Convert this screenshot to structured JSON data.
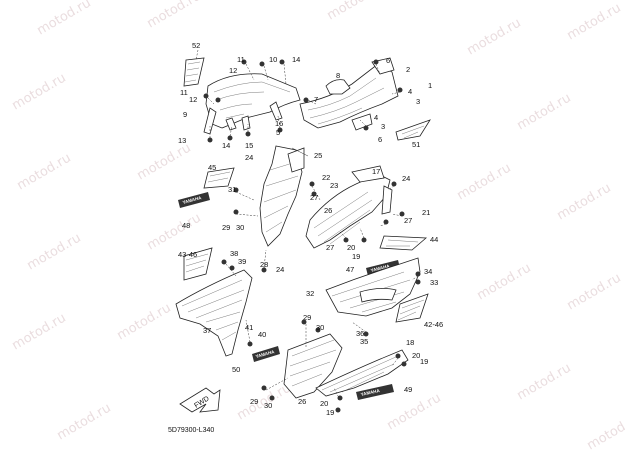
{
  "diagram": {
    "code": "5D79300-L340",
    "watermark": "motod.ru",
    "fwd_label": "FWD",
    "brand_label": "YAMAHA",
    "callouts": [
      {
        "id": "c52",
        "text": "52"
      },
      {
        "id": "c11a",
        "text": "11"
      },
      {
        "id": "c12a",
        "text": "12"
      },
      {
        "id": "c10",
        "text": "10"
      },
      {
        "id": "c14a",
        "text": "14"
      },
      {
        "id": "c11b",
        "text": "11"
      },
      {
        "id": "c12b",
        "text": "12"
      },
      {
        "id": "c9",
        "text": "9"
      },
      {
        "id": "c13",
        "text": "13"
      },
      {
        "id": "c14b",
        "text": "14"
      },
      {
        "id": "c15",
        "text": "15"
      },
      {
        "id": "c16",
        "text": "16"
      },
      {
        "id": "c5",
        "text": "5"
      },
      {
        "id": "c24a",
        "text": "24"
      },
      {
        "id": "c6a",
        "text": "6"
      },
      {
        "id": "c2",
        "text": "2"
      },
      {
        "id": "c1",
        "text": "1"
      },
      {
        "id": "c8",
        "text": "8"
      },
      {
        "id": "c7",
        "text": "7"
      },
      {
        "id": "c4a",
        "text": "4"
      },
      {
        "id": "c3a",
        "text": "3"
      },
      {
        "id": "c4b",
        "text": "4"
      },
      {
        "id": "c3b",
        "text": "3"
      },
      {
        "id": "c6b",
        "text": "6"
      },
      {
        "id": "c51",
        "text": "51"
      },
      {
        "id": "c25",
        "text": "25"
      },
      {
        "id": "c45",
        "text": "45"
      },
      {
        "id": "c31",
        "text": "31"
      },
      {
        "id": "c48",
        "text": "48"
      },
      {
        "id": "c29a",
        "text": "29"
      },
      {
        "id": "c30a",
        "text": "30"
      },
      {
        "id": "c22",
        "text": "22"
      },
      {
        "id": "c23",
        "text": "23"
      },
      {
        "id": "c27a",
        "text": "27"
      },
      {
        "id": "c17",
        "text": "17"
      },
      {
        "id": "c24b",
        "text": "24"
      },
      {
        "id": "c26",
        "text": "26"
      },
      {
        "id": "c21",
        "text": "21"
      },
      {
        "id": "c27b",
        "text": "27"
      },
      {
        "id": "c44",
        "text": "44"
      },
      {
        "id": "c20a",
        "text": "20"
      },
      {
        "id": "c19a",
        "text": "19"
      },
      {
        "id": "c27c",
        "text": "27"
      },
      {
        "id": "c4346",
        "text": "43-46"
      },
      {
        "id": "c38",
        "text": "38"
      },
      {
        "id": "c39",
        "text": "39"
      },
      {
        "id": "c28",
        "text": "28"
      },
      {
        "id": "c24c",
        "text": "24"
      },
      {
        "id": "c47",
        "text": "47"
      },
      {
        "id": "c34",
        "text": "34"
      },
      {
        "id": "c33",
        "text": "33"
      },
      {
        "id": "c32",
        "text": "32"
      },
      {
        "id": "c37",
        "text": "37"
      },
      {
        "id": "c29b",
        "text": "29"
      },
      {
        "id": "c30b",
        "text": "30"
      },
      {
        "id": "c41",
        "text": "41"
      },
      {
        "id": "c40",
        "text": "40"
      },
      {
        "id": "c4246",
        "text": "42-46"
      },
      {
        "id": "c36",
        "text": "36"
      },
      {
        "id": "c35",
        "text": "35"
      },
      {
        "id": "c18",
        "text": "18"
      },
      {
        "id": "c20b",
        "text": "20"
      },
      {
        "id": "c19b",
        "text": "19"
      },
      {
        "id": "c50",
        "text": "50"
      },
      {
        "id": "c49",
        "text": "49"
      },
      {
        "id": "c29c",
        "text": "29"
      },
      {
        "id": "c30c",
        "text": "30"
      },
      {
        "id": "c26b",
        "text": "26"
      },
      {
        "id": "c20c",
        "text": "20"
      },
      {
        "id": "c19c",
        "text": "19"
      }
    ]
  }
}
